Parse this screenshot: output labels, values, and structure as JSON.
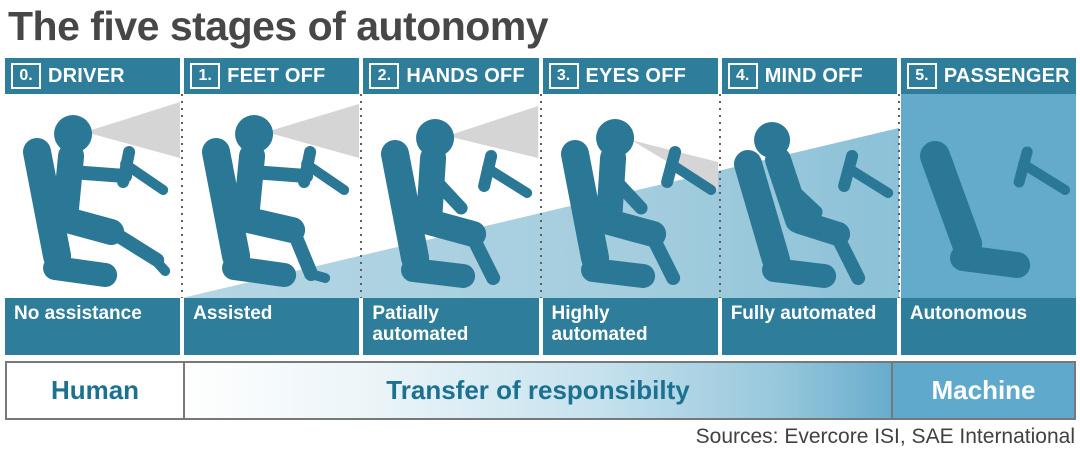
{
  "title": "The five stages of autonomy",
  "stages": [
    {
      "number": "0.",
      "header": "DRIVER",
      "label": "No assistance",
      "icon": "driver-attentive-icon"
    },
    {
      "number": "1.",
      "header": "FEET OFF",
      "label": "Assisted",
      "icon": "driver-feet-off-icon"
    },
    {
      "number": "2.",
      "header": "HANDS OFF",
      "label": "Patially automated",
      "icon": "driver-hands-off-icon"
    },
    {
      "number": "3.",
      "header": "EYES OFF",
      "label": "Highly automated",
      "icon": "driver-eyes-off-icon"
    },
    {
      "number": "4.",
      "header": "MIND OFF",
      "label": "Fully automated",
      "icon": "driver-mind-off-icon"
    },
    {
      "number": "5.",
      "header": "PASSENGER",
      "label": "Autonomous",
      "icon": "empty-seat-icon"
    }
  ],
  "footer": {
    "human": "Human",
    "transfer": "Transfer of responsibilty",
    "machine": "Machine"
  },
  "source": "Sources: Evercore ISI, SAE International",
  "colors": {
    "header_teal": "#2e7d9a",
    "figure_teal": "#2b7896",
    "wedge_light": "#b5d6e4",
    "wedge_deep": "#8cc1d7",
    "passenger_panel": "#64aacb",
    "machine_cell": "#5faacc",
    "gaze_cone_gray": "#d5d5d5",
    "title_gray": "#474747",
    "human_text": "#1d7190"
  }
}
